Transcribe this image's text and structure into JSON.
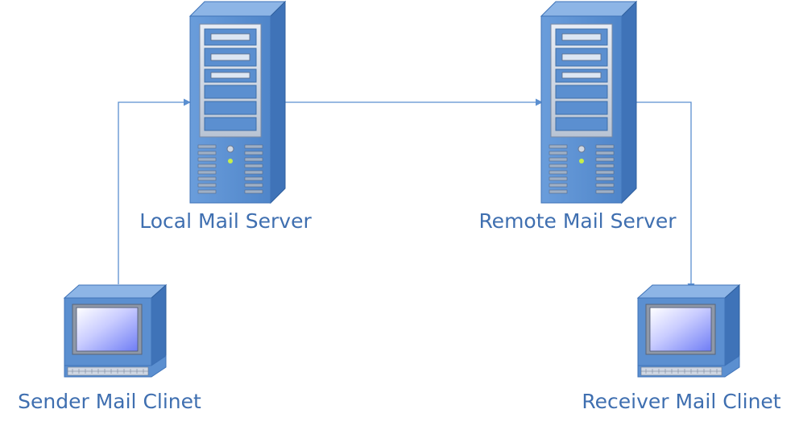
{
  "nodes": {
    "local_server": {
      "label": "Local Mail Server",
      "icon": "server-icon"
    },
    "remote_server": {
      "label": "Remote Mail Server",
      "icon": "server-icon"
    },
    "sender_client": {
      "label": "Sender Mail Clinet",
      "icon": "computer-icon"
    },
    "receiver_client": {
      "label": "Receiver Mail Clinet",
      "icon": "computer-icon"
    }
  },
  "colors": {
    "server_face": "#5b8fd0",
    "server_side": "#3f73b8",
    "line": "#5b8fd0",
    "label": "#3f6fb0",
    "screen": "#9aa8ff"
  }
}
